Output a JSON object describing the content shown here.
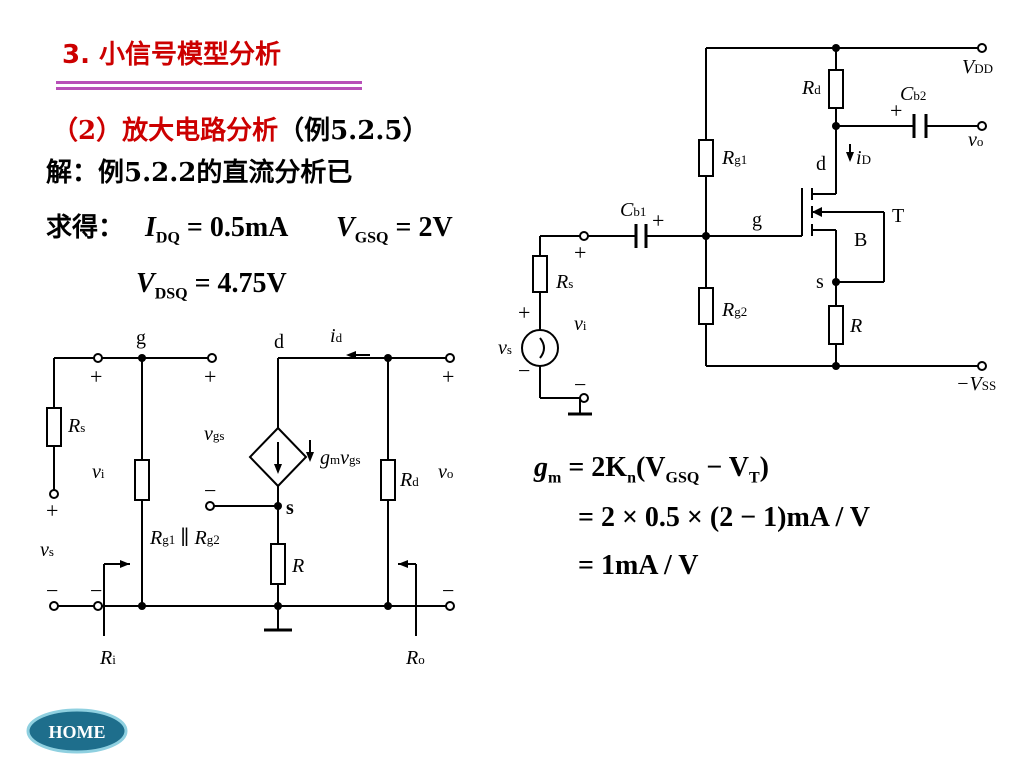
{
  "title": "3. 小信号模型分析",
  "section": {
    "label": "（2）放大电路分析",
    "example": "（例5.2.5）"
  },
  "solution": {
    "line1": "解：例5.2.2的直流分析已",
    "line2": "求得：",
    "idq": "I",
    "idq_sub": "DQ",
    "idq_val": " = 0.5mA",
    "vgsq": "V",
    "vgsq_sub": "GSQ",
    "vgsq_val": " = 2V",
    "vdsq": "V",
    "vdsq_sub": "DSQ",
    "vdsq_val": " = 4.75V"
  },
  "formula": {
    "line1_a": "g",
    "line1_sub": "m",
    "line1_b": " = 2K",
    "line1_kn_sub": "n",
    "line1_c": "(V",
    "line1_gsq_sub": "GSQ",
    "line1_d": " − V",
    "line1_t_sub": "T",
    "line1_e": ")",
    "line2": "= 2 × 0.5 × (2 − 1)mA / V",
    "line3": "= 1mA / V"
  },
  "circuit_right": {
    "vdd": "V",
    "vdd_sub": "DD",
    "vss": "−V",
    "vss_sub": "SS",
    "rd": "R",
    "rd_sub": "d",
    "cb2": "C",
    "cb2_sub": "b2",
    "vo": "v",
    "vo_sub": "o",
    "rg1": "R",
    "rg1_sub": "g1",
    "rg2": "R",
    "rg2_sub": "g2",
    "d": "d",
    "id": "i",
    "id_sub": "D",
    "g": "g",
    "t": "T",
    "b": "B",
    "s": "s",
    "r": "R",
    "cb1": "C",
    "cb1_sub": "b1",
    "rs": "R",
    "rs_sub": "s",
    "vi": "v",
    "vi_sub": "i",
    "vs": "v",
    "vs_sub": "s",
    "plus": "+",
    "minus": "−"
  },
  "circuit_left": {
    "g": "g",
    "d": "d",
    "id": "i",
    "id_sub": "d",
    "rs": "R",
    "rs_sub": "s",
    "vgs": "v",
    "vgs_sub": "gs",
    "gm": "g",
    "gm_sub": "m",
    "gm_v": "v",
    "gm_vsub": "gs",
    "rd": "R",
    "rd_sub": "d",
    "vo": "v",
    "vo_sub": "o",
    "vi": "v",
    "vi_sub": "i",
    "vs": "v",
    "vs_sub": "s",
    "rgpar": "R",
    "rgpar_sub1": "g1",
    "rgpar_mid": " ∥ R",
    "rgpar_sub2": "g2",
    "s": "s",
    "r": "R",
    "ri": "R",
    "ri_sub": "i",
    "ro": "R",
    "ro_sub": "o",
    "plus": "+",
    "minus": "−"
  },
  "home": {
    "label": "HOME"
  },
  "colors": {
    "title": "#cc0000",
    "accent_bar": "#b84fb8",
    "home_fill": "#1e6e8c"
  }
}
